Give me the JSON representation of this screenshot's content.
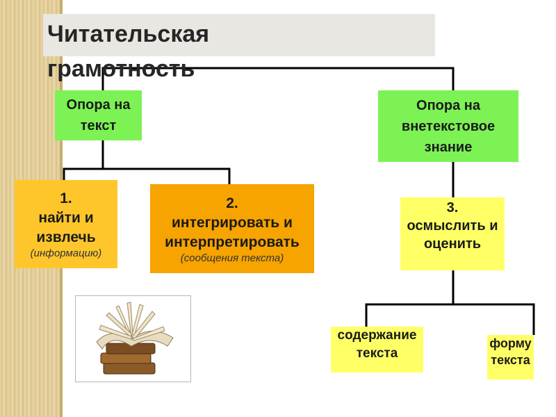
{
  "title": "Читательская грамотность",
  "branches": {
    "left": {
      "label": "Опора на текст"
    },
    "right": {
      "label": "Опора на внетекстовое знание"
    }
  },
  "skills": [
    {
      "number": "1.",
      "text": "найти и извлечь",
      "note": "(информацию)"
    },
    {
      "number": "2.",
      "text": "интегрировать и интерпретировать",
      "note": "(сообщения текста)"
    },
    {
      "number": "3.",
      "text": "осмыслить и оценить"
    }
  ],
  "evaluate": {
    "content": "содержание текста",
    "form": "форму текста"
  },
  "colors": {
    "branch_box": "#7cf255",
    "skill1": "#ffc62c",
    "skill2": "#f7a300",
    "skill3_and_leaves": "#ffff66",
    "title_bar": "#e9e7e2",
    "side_stripe": "#e3cf9a"
  }
}
